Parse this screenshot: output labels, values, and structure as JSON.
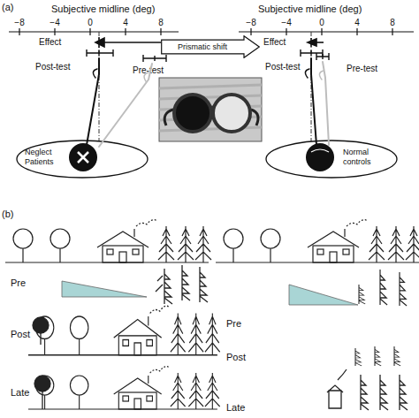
{
  "diagram": {
    "nodes": [
      {
        "text": [
          "Prismatic shift"
        ]
      },
      {
        "text": [
          "Neglect Patients"
        ]
      },
      {
        "text": [
          "Normal controls"
        ]
      }
    ],
    "labels": [
      "(a)",
      "Subjective midline (deg)",
      "−8",
      "−4",
      "0",
      "4",
      "8",
      "Subjective midline (deg)",
      "−8",
      "−4",
      "0",
      "4",
      "8",
      "Effect",
      "Post-test",
      "Pre-test",
      "Effect",
      "Post-test",
      "Pre-test",
      "(b)",
      "Pre",
      "Post",
      "Late",
      "Pre",
      "Post",
      "Late"
    ]
  }
}
